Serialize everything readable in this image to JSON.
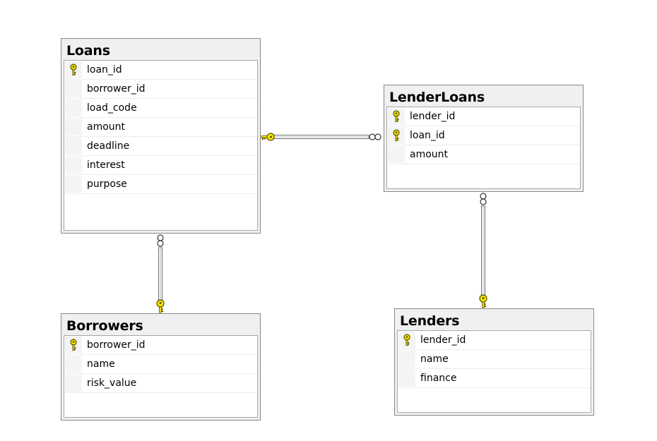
{
  "tables": {
    "loans": {
      "title": "Loans",
      "columns": [
        {
          "name": "loan_id",
          "key": true
        },
        {
          "name": "borrower_id",
          "key": false
        },
        {
          "name": "load_code",
          "key": false
        },
        {
          "name": "amount",
          "key": false
        },
        {
          "name": "deadline",
          "key": false
        },
        {
          "name": "interest",
          "key": false
        },
        {
          "name": "purpose",
          "key": false
        }
      ]
    },
    "lenderloans": {
      "title": "LenderLoans",
      "columns": [
        {
          "name": "lender_id",
          "key": true
        },
        {
          "name": "loan_id",
          "key": true
        },
        {
          "name": "amount",
          "key": false
        }
      ]
    },
    "borrowers": {
      "title": "Borrowers",
      "columns": [
        {
          "name": "borrower_id",
          "key": true
        },
        {
          "name": "name",
          "key": false
        },
        {
          "name": "risk_value",
          "key": false
        }
      ]
    },
    "lenders": {
      "title": "Lenders",
      "columns": [
        {
          "name": "lender_id",
          "key": true
        },
        {
          "name": "name",
          "key": false
        },
        {
          "name": "finance",
          "key": false
        }
      ]
    }
  },
  "relationships": [
    {
      "one": "Loans",
      "many": "LenderLoans"
    },
    {
      "one": "Borrowers",
      "many": "Loans"
    },
    {
      "one": "Lenders",
      "many": "LenderLoans"
    }
  ],
  "colors": {
    "key_fill": "#f5e600",
    "key_stroke": "#5a5000",
    "header_bg": "#f0f0f0",
    "border": "#8a8a8a"
  }
}
